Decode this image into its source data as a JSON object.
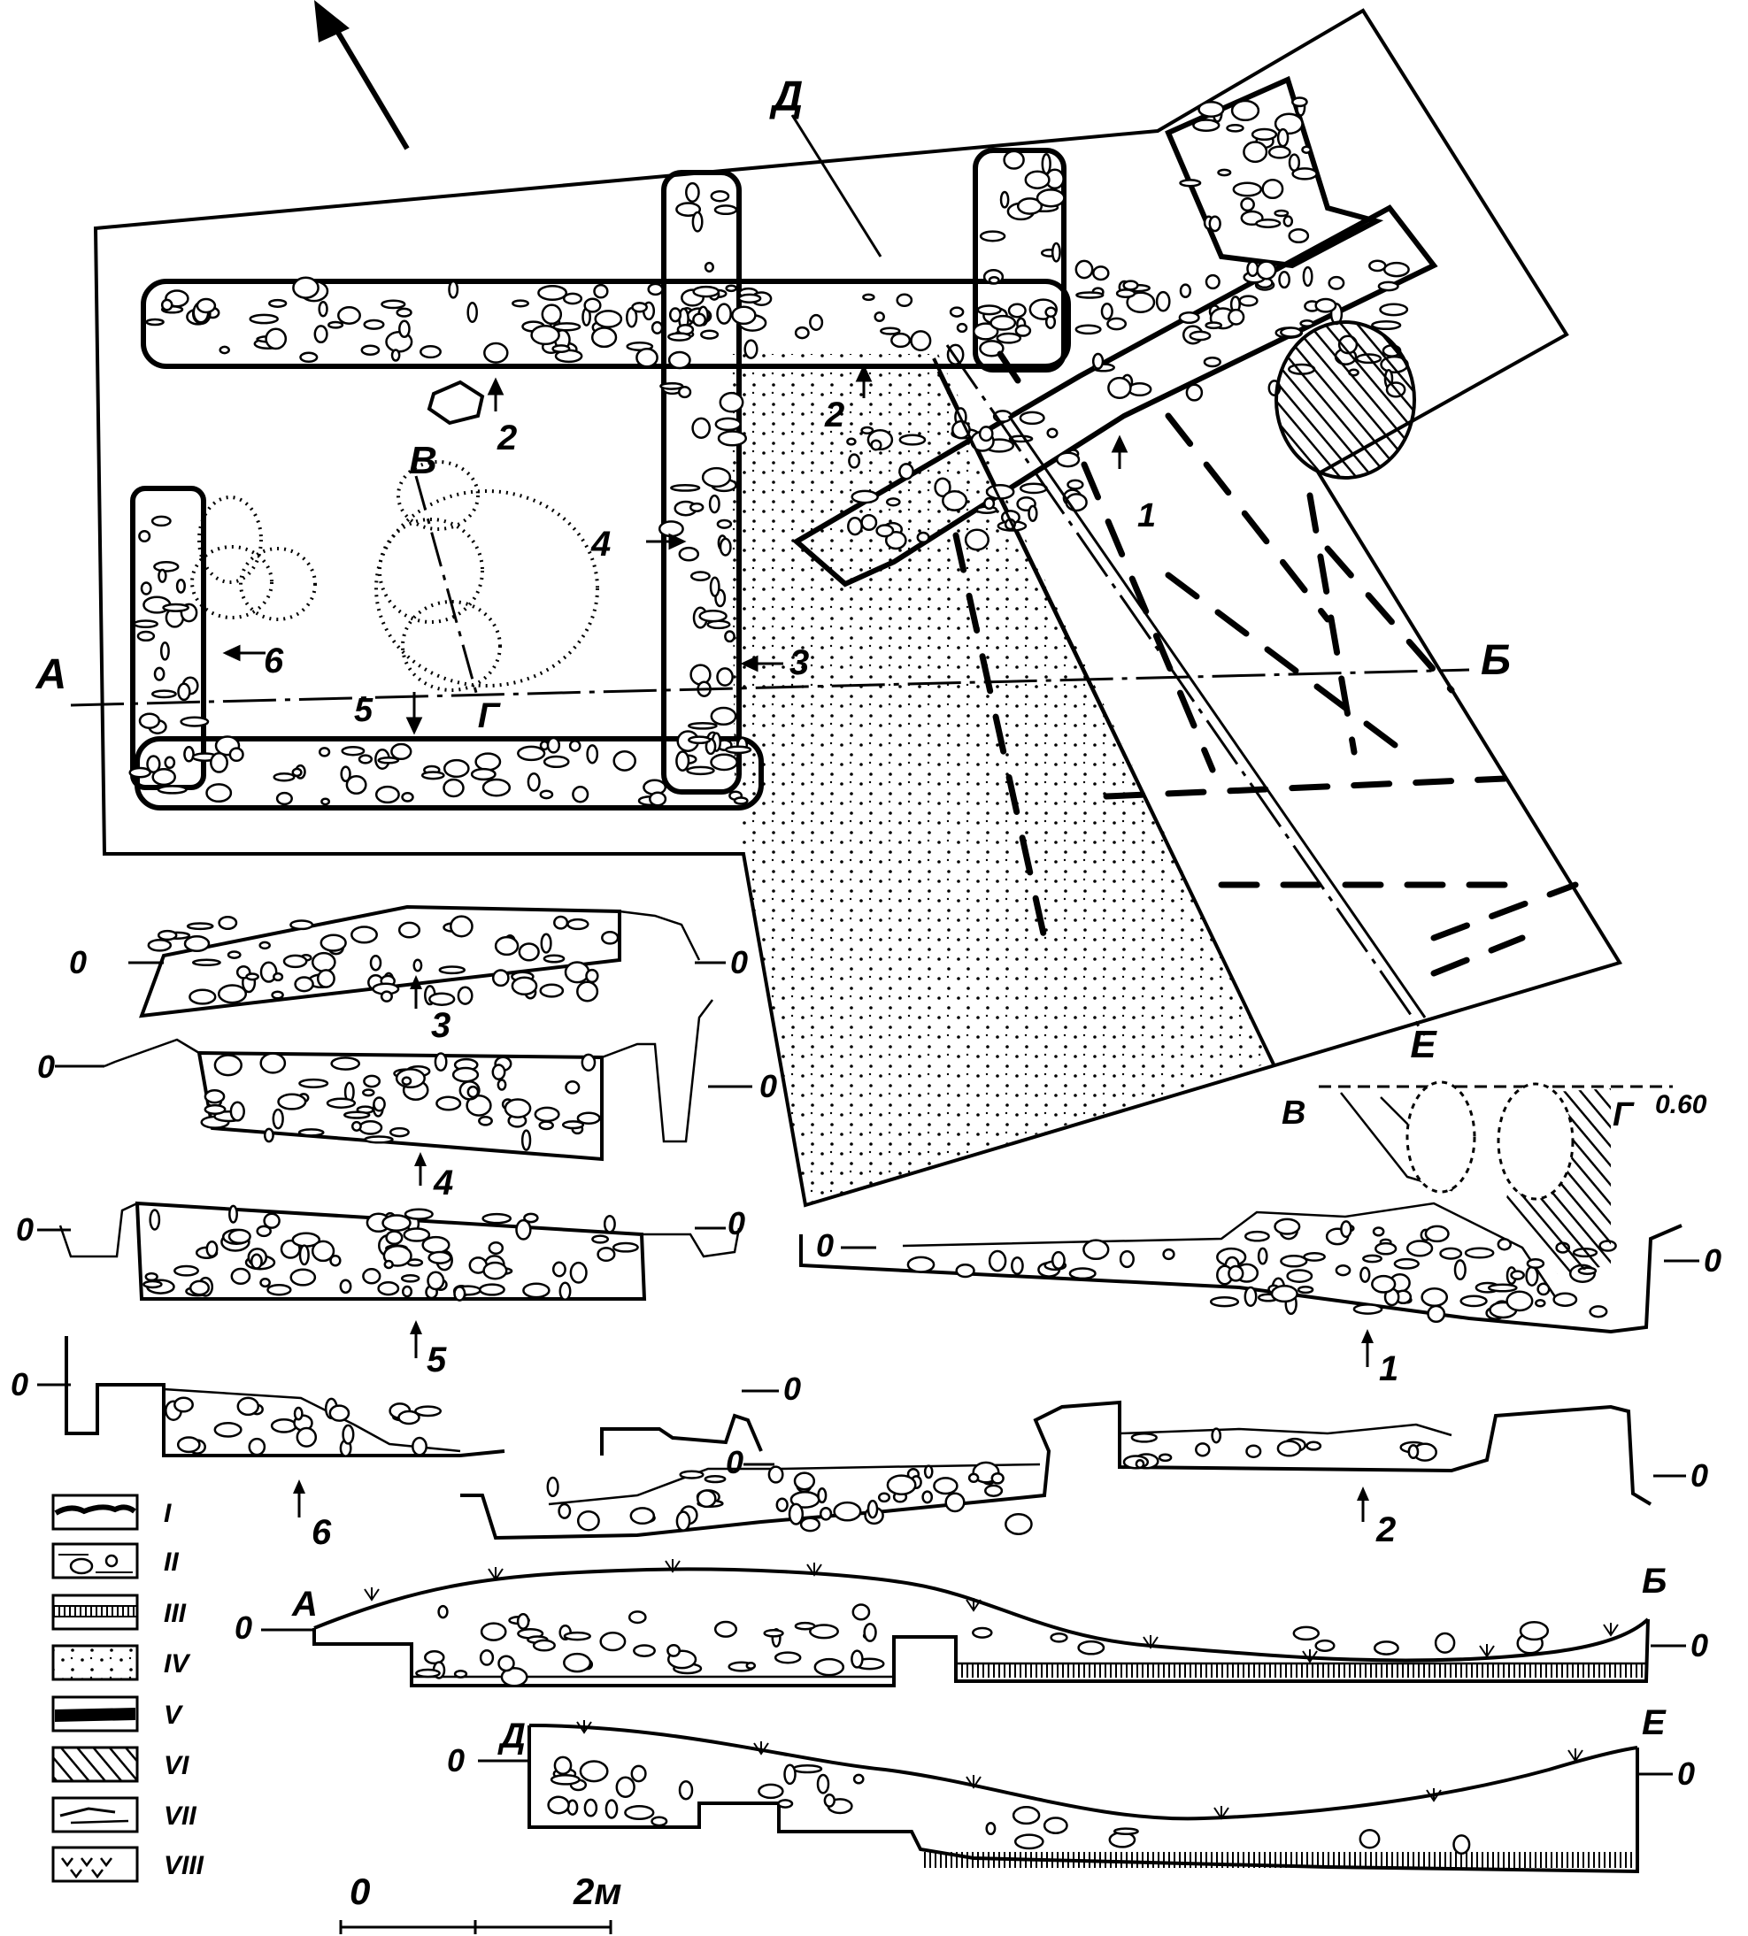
{
  "plan": {
    "section_letters": {
      "a": "А",
      "b": "Б",
      "v": "В",
      "g": "Г",
      "d": "Д",
      "e": "Е"
    },
    "profile_numbers": [
      "1",
      "2",
      "3",
      "4",
      "5",
      "6"
    ]
  },
  "profiles": {
    "zero_label": "0",
    "depth_label": "0.60",
    "sections": [
      {
        "from": "А",
        "to": "Б"
      },
      {
        "from": "Д",
        "to": "Е"
      },
      {
        "from": "В",
        "to": "Г"
      }
    ]
  },
  "legend": {
    "items": [
      {
        "label": "I",
        "pattern": "turf"
      },
      {
        "label": "II",
        "pattern": "stones-loam"
      },
      {
        "label": "III",
        "pattern": "band"
      },
      {
        "label": "IV",
        "pattern": "dots"
      },
      {
        "label": "V",
        "pattern": "solid-band"
      },
      {
        "label": "VI",
        "pattern": "hatch"
      },
      {
        "label": "VII",
        "pattern": "dashes"
      },
      {
        "label": "VIII",
        "pattern": "checks"
      }
    ]
  },
  "scale": {
    "start": "0",
    "end": "2м"
  }
}
